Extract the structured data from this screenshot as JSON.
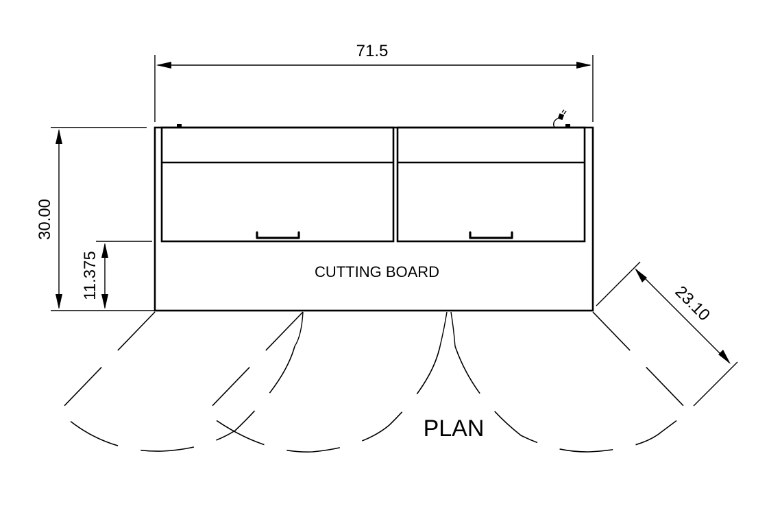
{
  "drawing": {
    "title": "PLAN",
    "center_label": "CUTTING BOARD",
    "dimensions": {
      "width": "71.5",
      "height": "30.00",
      "lower_height": "11.375",
      "depth": "23.10"
    },
    "colors": {
      "line": "#000000",
      "background": "#ffffff"
    }
  }
}
